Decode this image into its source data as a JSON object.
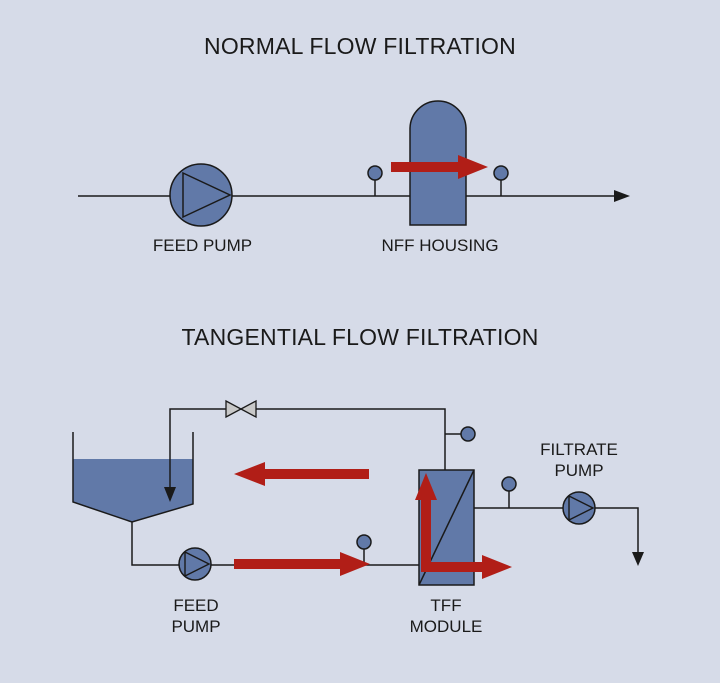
{
  "normal_flow": {
    "title": "NORMAL FLOW FILTRATION",
    "feed_pump_label": "FEED PUMP",
    "housing_label": "NFF HOUSING"
  },
  "tangential_flow": {
    "title": "TANGENTIAL FLOW FILTRATION",
    "feed_pump_label_1": "FEED",
    "feed_pump_label_2": "PUMP",
    "module_label_1": "TFF",
    "module_label_2": "MODULE",
    "filtrate_pump_label_1": "FILTRATE",
    "filtrate_pump_label_2": "PUMP"
  },
  "colors": {
    "background": "#d6dbe8",
    "equipment_fill": "#6179a8",
    "flow_arrow": "#b11e17",
    "line": "#1a1a1a",
    "valve_fill": "#c8c8c8"
  }
}
